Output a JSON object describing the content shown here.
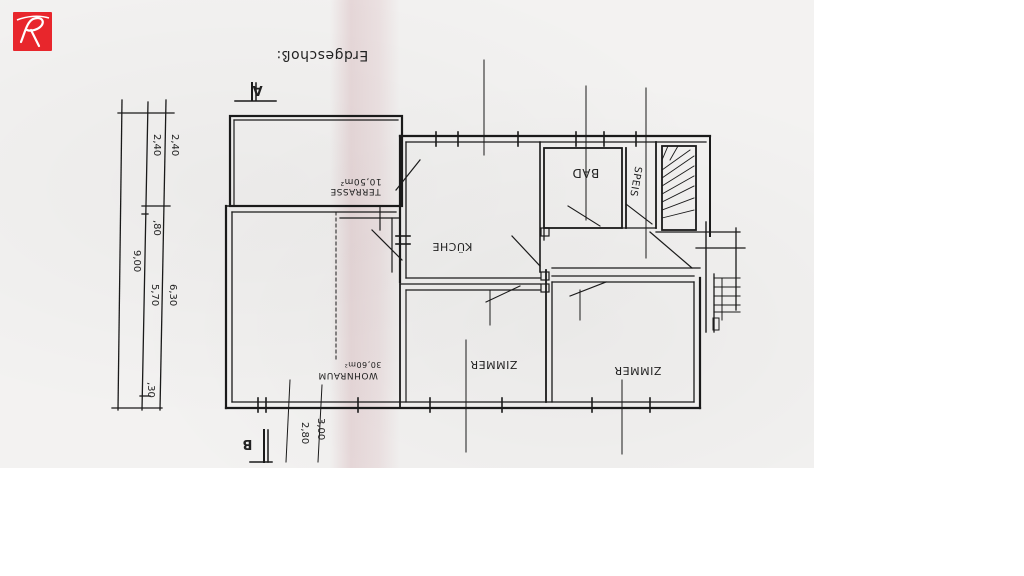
{
  "logo": {
    "icon": "r-logo-icon",
    "color": "#e8262c"
  },
  "plan": {
    "title": "Erdgeschoß:",
    "section_markers": {
      "top": "A",
      "bottom": "B"
    },
    "rooms": [
      {
        "name": "TERRASSE",
        "area": "10,50m²"
      },
      {
        "name": "KÜCHE"
      },
      {
        "name": "BAD"
      },
      {
        "name": "SPEIS"
      },
      {
        "name": "WOHNRAUM",
        "area": "30,60m²"
      },
      {
        "name": "ZIMMER"
      },
      {
        "name": "ZIMMER"
      }
    ],
    "dimensions": {
      "left_chain": [
        "2,40",
        "2,40",
        ",80",
        "9,00",
        "5,70",
        "6,30",
        ",30"
      ],
      "bottom": [
        "2,80",
        "3,00"
      ]
    },
    "line_color": "#1a1a1a",
    "paper_color": "#f3f2f1"
  }
}
